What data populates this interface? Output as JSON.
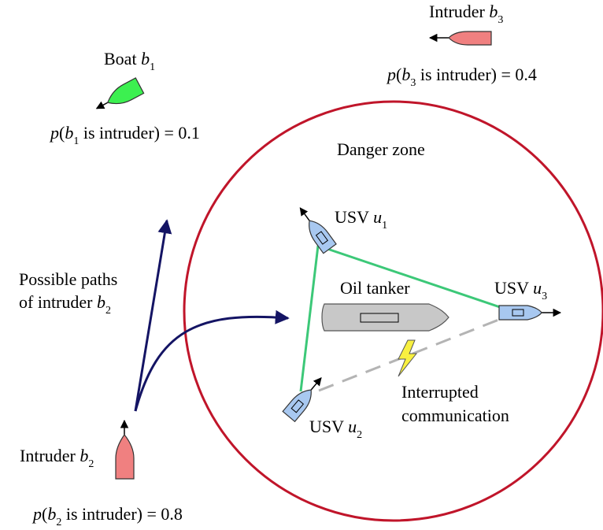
{
  "diagram": {
    "danger_zone": {
      "label": "Danger zone"
    },
    "boat_b1": {
      "label": "Boat",
      "var": "b",
      "sub": "1",
      "probability_label": "is intruder) = 0.1"
    },
    "intruder_b3": {
      "label": "Intruder",
      "var": "b",
      "sub": "3",
      "probability_label": "is intruder) = 0.4"
    },
    "intruder_b2": {
      "label": "Intruder",
      "var": "b",
      "sub": "2",
      "probability_label": "is intruder) = 0.8"
    },
    "possible_paths": {
      "line1": "Possible paths",
      "line2": "of intruder",
      "var": "b",
      "sub": "2"
    },
    "oil_tanker": {
      "label": "Oil tanker"
    },
    "usv_u1": {
      "label": "USV",
      "var": "u",
      "sub": "1"
    },
    "usv_u2": {
      "label": "USV",
      "var": "u",
      "sub": "2"
    },
    "usv_u3": {
      "label": "USV",
      "var": "u",
      "sub": "3"
    },
    "interrupted": {
      "line1": "Interrupted",
      "line2": "communication"
    },
    "prob_prefix": "p(",
    "colors": {
      "danger_zone": "#c0152a",
      "comm_link": "#3cc878",
      "broken_link": "#b4b4b4",
      "path_arrow": "#141464",
      "usv": "#a8c8f0",
      "tanker": "#c8c8c8",
      "boat_b1": "#3cf050",
      "intruder": "#f08080",
      "lightning": "#f8f040"
    }
  }
}
